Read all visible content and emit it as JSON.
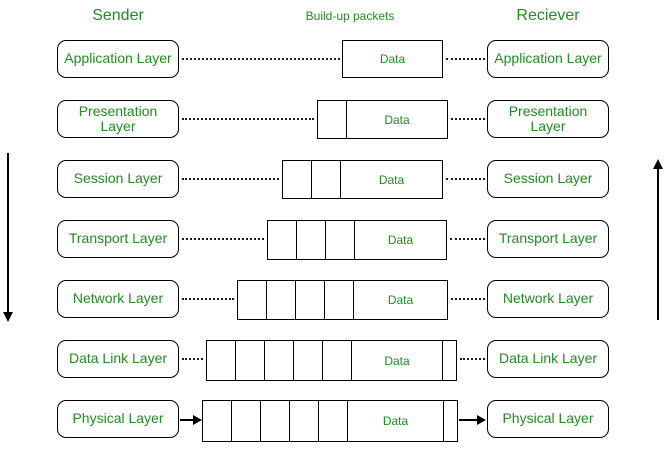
{
  "colors": {
    "text_green": "#228B22",
    "line_black": "#000000"
  },
  "title_row": {
    "sender": "Sender",
    "packets": "Build-up packets",
    "receiver": "Reciever"
  },
  "layers": [
    {
      "name": "Application Layer",
      "data_label": "Data",
      "header_cells": 0,
      "has_trailer": false
    },
    {
      "name": "Presentation Layer",
      "data_label": "Data",
      "header_cells": 1,
      "has_trailer": false
    },
    {
      "name": "Session Layer",
      "data_label": "Data",
      "header_cells": 2,
      "has_trailer": false
    },
    {
      "name": "Transport Layer",
      "data_label": "Data",
      "header_cells": 3,
      "has_trailer": false
    },
    {
      "name": "Network Layer",
      "data_label": "Data",
      "header_cells": 4,
      "has_trailer": false
    },
    {
      "name": "Data Link Layer",
      "data_label": "Data",
      "header_cells": 5,
      "has_trailer": true
    },
    {
      "name": "Physical Layer",
      "data_label": "Data",
      "header_cells": 5,
      "has_trailer": true
    }
  ]
}
